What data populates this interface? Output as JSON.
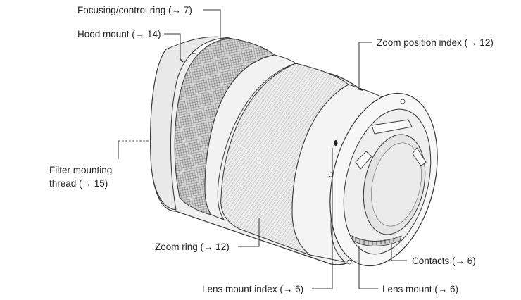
{
  "callouts": {
    "focusing_ring": "Focusing/control ring (→ 7)",
    "hood_mount": "Hood mount (→ 14)",
    "zoom_position_index": "Zoom position index (→ 12)",
    "filter_thread_line1": "Filter mounting",
    "filter_thread_line2": "thread (→ 15)",
    "zoom_ring": "Zoom ring (→ 12)",
    "contacts": "Contacts (→ 6)",
    "lens_mount_index": "Lens mount index (→ 6)",
    "lens_mount": "Lens mount (→ 6)"
  },
  "colors": {
    "line": "#333333",
    "body_fill": "#f2f2f2",
    "ring_texture": "#bdbdbd",
    "glass": "#e6e6e6"
  }
}
